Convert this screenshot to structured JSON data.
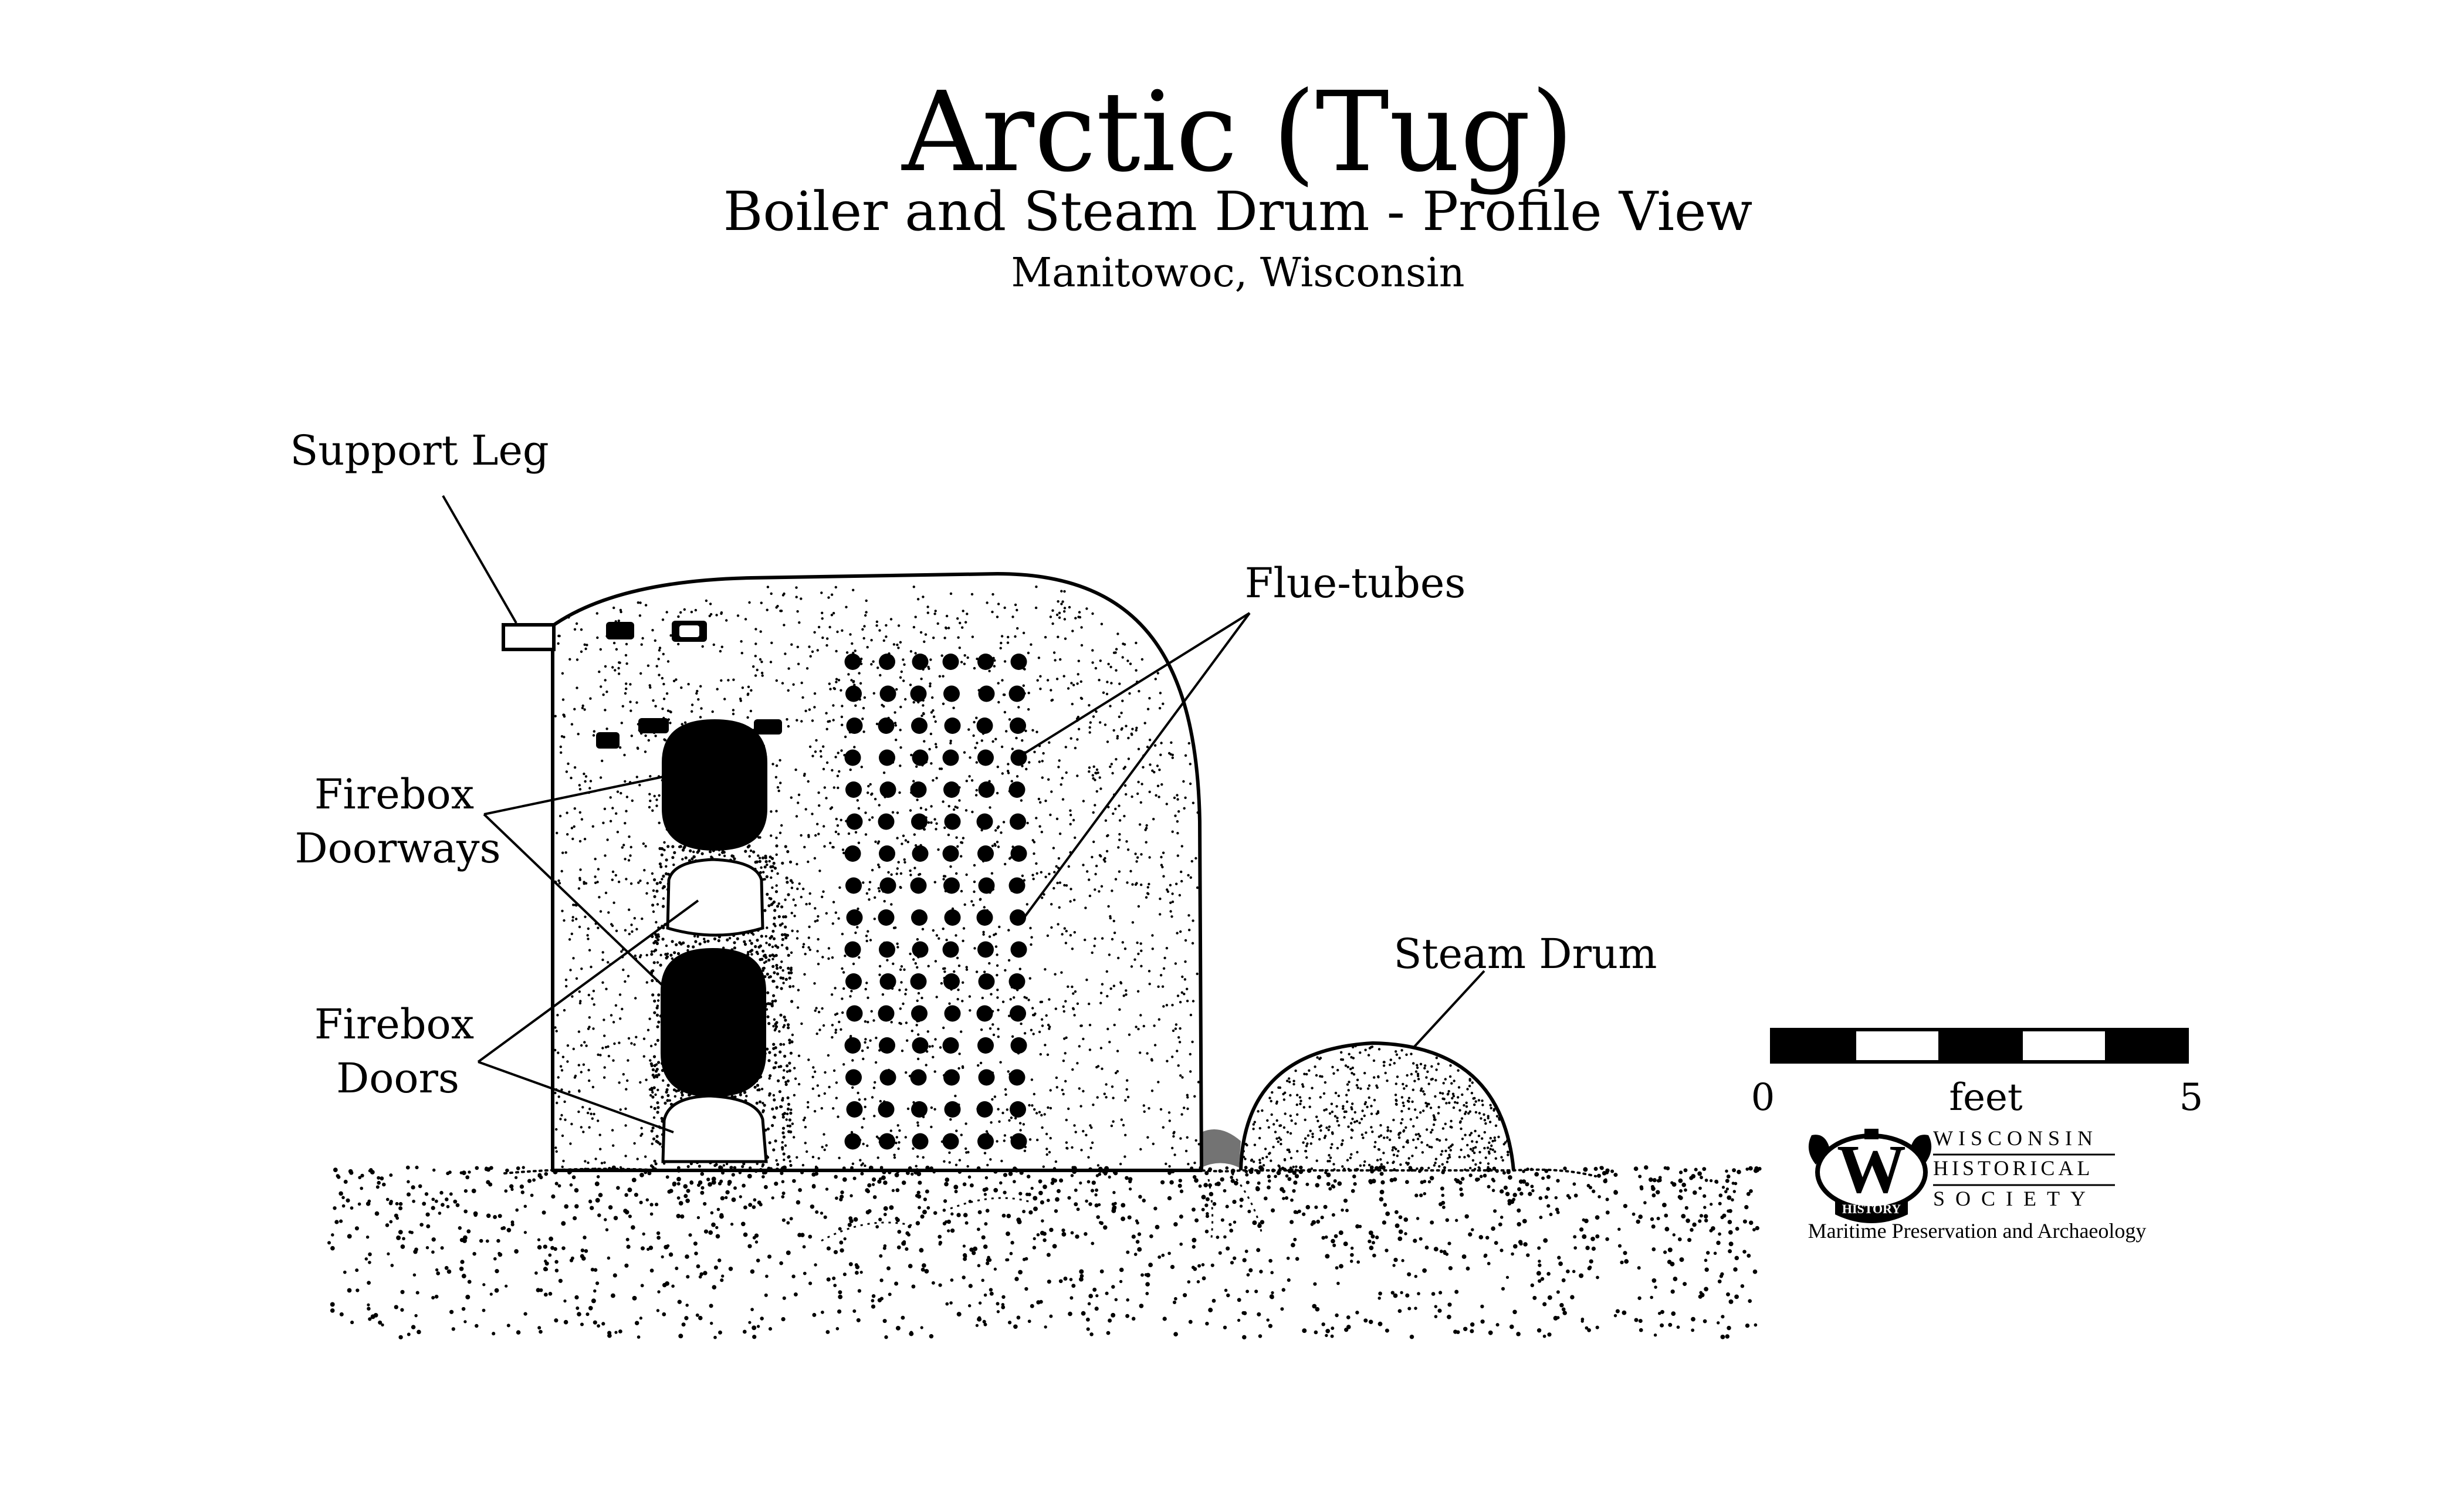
{
  "header": {
    "title": "Arctic (Tug)",
    "subtitle": "Boiler and Steam Drum - Profile View",
    "location": "Manitowoc, Wisconsin"
  },
  "labels": {
    "support_leg": "Support Leg",
    "flue_tubes": "Flue-tubes",
    "firebox_doorways_line1": "Firebox",
    "firebox_doorways_line2": "Doorways",
    "firebox_doors_line1": "Firebox",
    "firebox_doors_line2": "Doors",
    "steam_drum": "Steam Drum"
  },
  "scale_bar": {
    "start_label": "0",
    "unit_label": "feet",
    "end_label": "5"
  },
  "logo": {
    "emblem_letter": "W",
    "emblem_ribbon": "HISTORY",
    "org_line1": "WISCONSIN",
    "org_line2": "HISTORICAL",
    "org_line3": "SOCIETY",
    "tagline": "Maritime Preservation and Archaeology"
  },
  "colors": {
    "ink": "#000000",
    "paper": "#ffffff"
  }
}
